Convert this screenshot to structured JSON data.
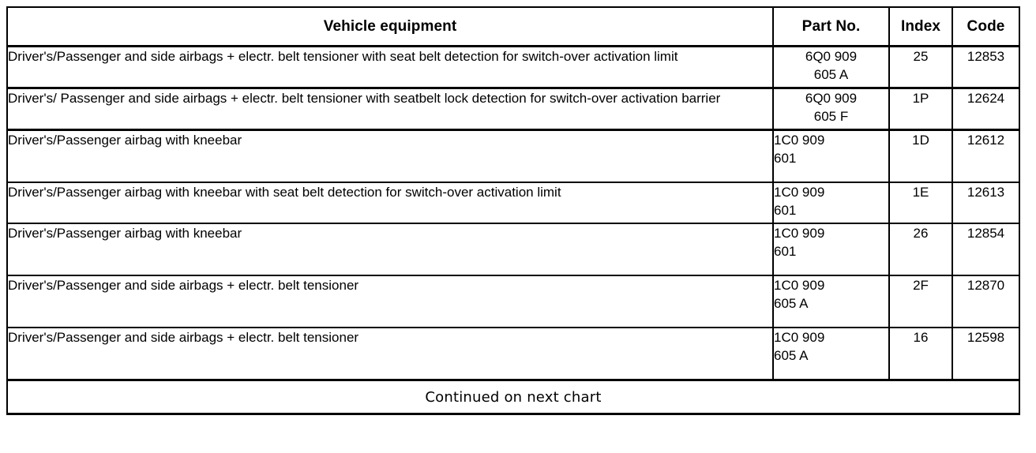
{
  "table": {
    "columns": [
      {
        "key": "description",
        "label": "Vehicle equipment"
      },
      {
        "key": "part_no",
        "label": "Part No."
      },
      {
        "key": "index",
        "label": "Index"
      },
      {
        "key": "code",
        "label": "Code"
      }
    ],
    "rows": [
      {
        "description": "Driver's/Passenger and side airbags + electr. belt tensioner with seat belt detection for switch-over activation limit",
        "part_no_line1": "6Q0 909",
        "part_no_line2": "605 A",
        "index": "25",
        "code": "12853"
      },
      {
        "description": "Driver's/ Passenger and side airbags + electr. belt tensioner with seatbelt lock detection for switch-over activation barrier",
        "part_no_line1": "6Q0 909",
        "part_no_line2": "605 F",
        "index": "1P",
        "code": "12624"
      },
      {
        "description": "Driver's/Passenger airbag with kneebar",
        "part_no_line1": "1C0 909",
        "part_no_line2": "601",
        "index": "1D",
        "code": "12612"
      },
      {
        "description": "Driver's/Passenger airbag with kneebar with seat belt detection for switch-over activation limit",
        "part_no_line1": "1C0 909",
        "part_no_line2": "601",
        "index": "1E",
        "code": "12613"
      },
      {
        "description": "Driver's/Passenger airbag with kneebar",
        "part_no_line1": "1C0 909",
        "part_no_line2": "601",
        "index": "26",
        "code": "12854"
      },
      {
        "description": "Driver's/Passenger and side airbags + electr. belt tensioner",
        "part_no_line1": "1C0 909",
        "part_no_line2": "605 A",
        "index": "2F",
        "code": "12870"
      },
      {
        "description": "Driver's/Passenger and side airbags + electr. belt tensioner",
        "part_no_line1": "1C0 909",
        "part_no_line2": "605 A",
        "index": "16",
        "code": "12598"
      }
    ],
    "footer": {
      "label": "Continued on next chart"
    }
  },
  "colors": {
    "border": "#000000",
    "text": "#000000",
    "background": "#ffffff"
  }
}
